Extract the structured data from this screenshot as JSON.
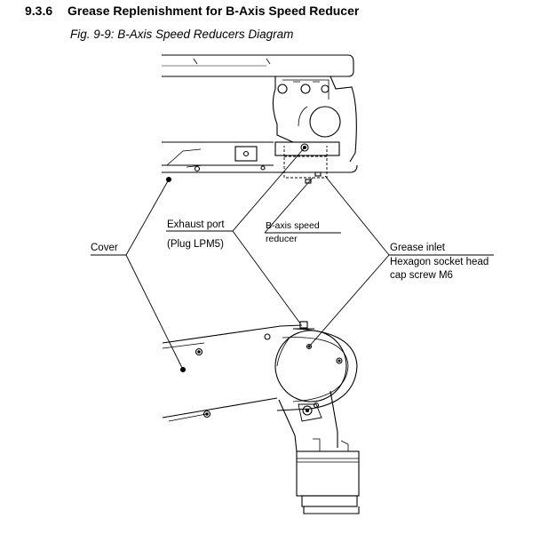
{
  "section": {
    "number": "9.3.6",
    "title": "Grease Replenishment for B-Axis Speed Reducer"
  },
  "figure": {
    "caption": "Fig. 9-9: B-Axis Speed Reducers Diagram"
  },
  "callouts": {
    "exhaust_port": "Exhaust port",
    "plug": "(Plug LPM5)",
    "b_axis_line1": "B-axis speed",
    "b_axis_line2": "reducer",
    "cover": "Cover",
    "grease_inlet": "Grease inlet",
    "hex_line1": "Hexagon socket head",
    "hex_line2": "cap screw M6"
  }
}
